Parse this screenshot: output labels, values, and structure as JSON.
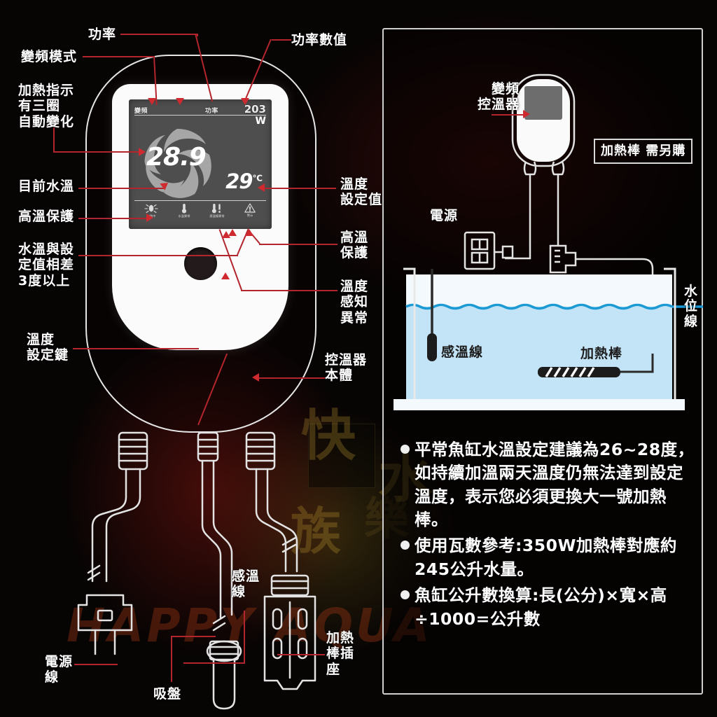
{
  "left_panel": {
    "callouts": {
      "power_label": "功率",
      "power_value_label": "功率數值",
      "inverter_mode": "變頻模式",
      "heat_indicator": "加熱指示\n有三圈\n自動變化",
      "current_water_temp": "目前水溫",
      "high_temp_protection_left": "高溫保護",
      "temp_diff_3deg": "水溫與設\n定值相差\n3度以上",
      "temp_set_key": "溫度\n設定鍵",
      "temp_set_value": "溫度\n設定值",
      "high_temp_protection_right": "高溫\n保護",
      "temp_sensor_abnormal": "溫度\n感知\n異常",
      "controller_body": "控溫器\n本體",
      "power_cord": "電源\n線",
      "suction_cup": "吸盤",
      "temp_sensor_wire": "感溫\n線",
      "heater_socket": "加熱\n棒插\n座"
    },
    "lcd": {
      "mode_label": "變頻",
      "power_label": "功率",
      "power_value": "203",
      "power_unit": "W",
      "current_temp": "28.9",
      "set_temp": "29",
      "set_temp_unit": "℃",
      "status_icons": [
        {
          "name": "heating-icon",
          "label": "加熱中"
        },
        {
          "name": "thermometer-icon",
          "label": "水溫異常"
        },
        {
          "name": "sensor-alert-icon",
          "label": "感溫線異常"
        },
        {
          "name": "warning-triangle-icon",
          "label": "警示"
        }
      ]
    }
  },
  "right_panel": {
    "diagram": {
      "controller_label": "變頻\n控溫器",
      "heater_note": "加熱棒\n需另購",
      "power_source": "電源",
      "sensor_wire": "感溫線",
      "heater_rod": "加熱棒",
      "water_level": "水位線"
    },
    "bullets": [
      "平常魚缸水溫設定建議為26~28度，如持續加溫兩天溫度仍無法達到設定溫度，表示您必須更換大一號加熱棒。",
      "使用瓦數參考:350W加熱棒對應約245公升水量。",
      "魚缸公升數換算:長(公分)×寬×高÷1000=公升數"
    ]
  },
  "watermark": {
    "brand": "HAPPY AQUA",
    "k1": "快",
    "k2": "水",
    "k3": "族",
    "k4": "樂"
  },
  "colors": {
    "background": "#050303",
    "leader_line": "#b3252c",
    "arrow": "#cf2a2f",
    "panel_border": "#cfcfcf",
    "lcd_bg": "#4e4e4e",
    "water": "#bfe4f7",
    "water_line": "#1c9ad6"
  }
}
